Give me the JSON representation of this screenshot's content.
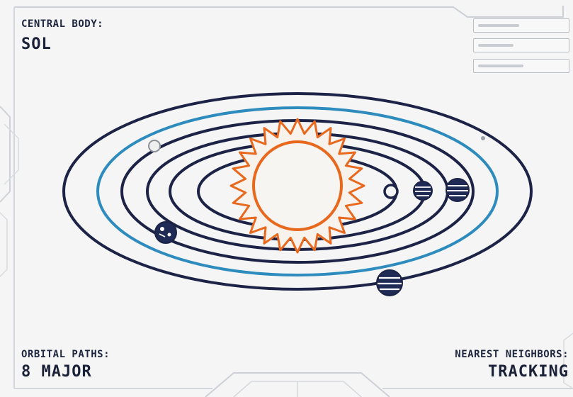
{
  "central_body": {
    "label": "CENTRAL BODY:",
    "value": "SOL"
  },
  "orbital_paths": {
    "label": "ORBITAL PATHS:",
    "value": "8 MAJOR"
  },
  "nearest_neighbors": {
    "label": "NEAREST NEIGHBORS:",
    "value": "TRACKING"
  },
  "readouts": [
    {
      "name": "readout-1"
    },
    {
      "name": "readout-2"
    },
    {
      "name": "readout-3"
    }
  ],
  "colors": {
    "orbit": "#1c2346",
    "highlight_orbit": "#2e8bbd",
    "sun": "#e8691e",
    "planet": "#1f2a55",
    "frame": "#cdd0d6",
    "background": "#f4f5f4"
  },
  "icons": {
    "sun": "sun-icon",
    "planet": "planet-icon"
  }
}
